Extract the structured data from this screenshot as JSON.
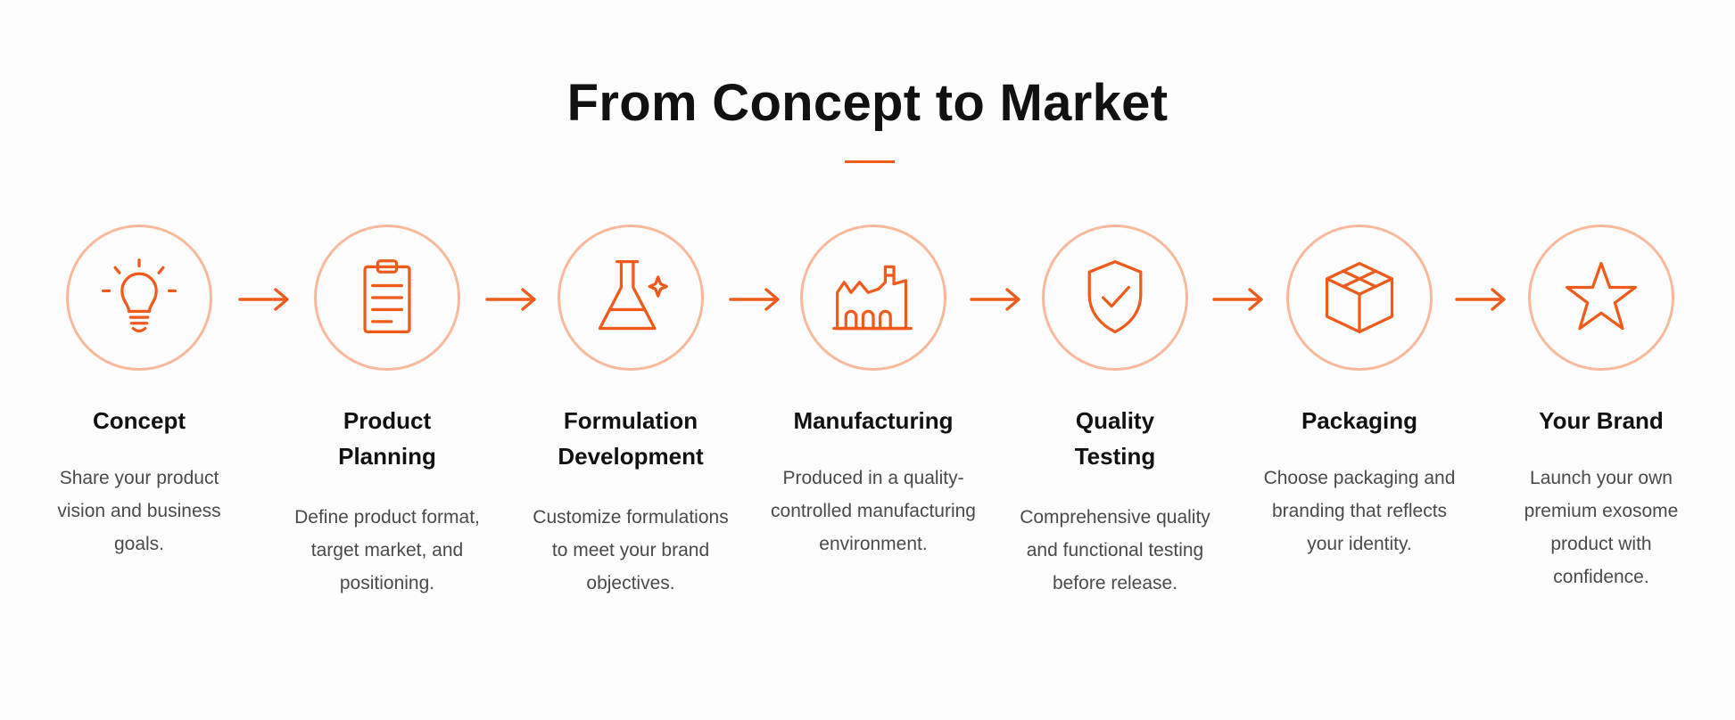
{
  "header": {
    "title": "From Concept to Market"
  },
  "colors": {
    "accent": "#f05a1a",
    "circle_border": "#f9b99a",
    "text": "#111111",
    "muted_text": "#4a4a4a"
  },
  "steps": [
    {
      "icon": "lightbulb-icon",
      "title": "Concept",
      "description": "Share your product\nvision and business\ngoals."
    },
    {
      "icon": "clipboard-icon",
      "title": "Product\nPlanning",
      "description": "Define product format,\ntarget market, and\npositioning."
    },
    {
      "icon": "flask-icon",
      "title": "Formulation\nDevelopment",
      "description": "Customize formulations\nto meet your brand\nobjectives."
    },
    {
      "icon": "factory-icon",
      "title": "Manufacturing",
      "description": "Produced in a quality-\ncontrolled manufacturing\nenvironment."
    },
    {
      "icon": "shield-check-icon",
      "title": "Quality\nTesting",
      "description": "Comprehensive quality\nand functional testing\nbefore release."
    },
    {
      "icon": "box-icon",
      "title": "Packaging",
      "description": "Choose packaging and\nbranding that reflects\nyour identity."
    },
    {
      "icon": "star-icon",
      "title": "Your Brand",
      "description": "Launch your own\npremium exosome\nproduct with\nconfidence."
    }
  ]
}
